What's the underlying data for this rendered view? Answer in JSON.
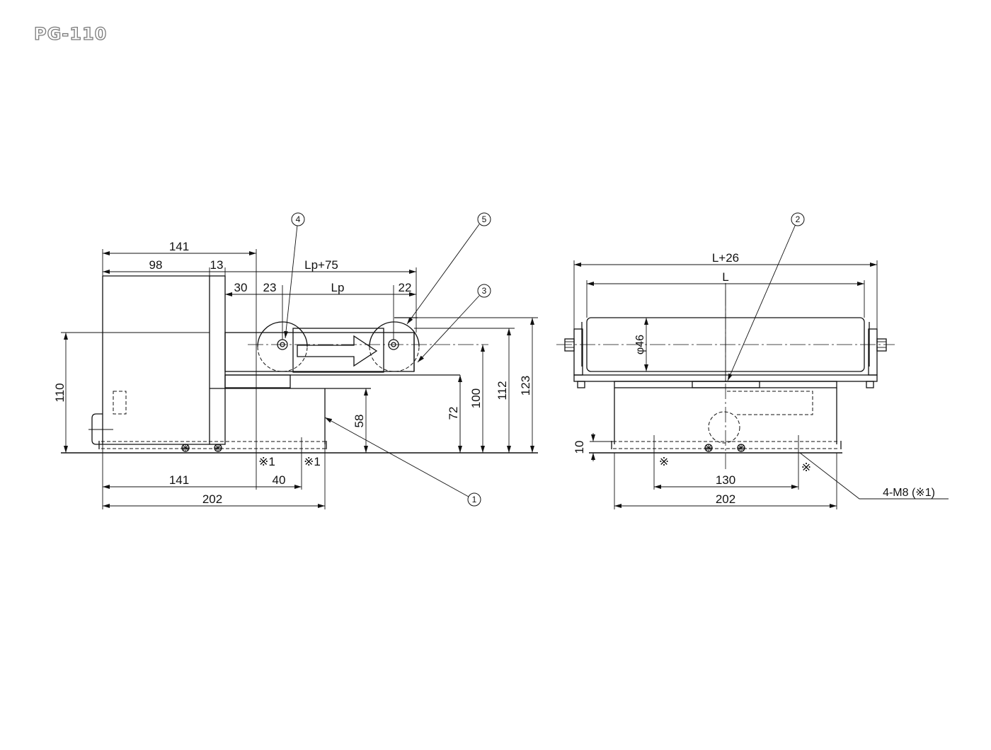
{
  "title": "PG-110",
  "side_view": {
    "dims": {
      "d141_top": "141",
      "d98": "98",
      "d13": "13",
      "lp75": "Lp+75",
      "d30": "30",
      "d23": "23",
      "lp": "Lp",
      "d22": "22",
      "d110": "110",
      "d58": "58",
      "d72": "72",
      "d100": "100",
      "d112": "112",
      "d123": "123",
      "d141_bot": "141",
      "d40": "40",
      "d202": "202"
    },
    "marks": {
      "m1a": "※1",
      "m1b": "※1"
    },
    "balloons": {
      "b1": "1",
      "b3": "3",
      "b4": "4",
      "b5": "5"
    }
  },
  "front_view": {
    "dims": {
      "l26": "L+26",
      "l": "L",
      "phi46": "φ46",
      "d10": "10",
      "d130": "130",
      "d202": "202"
    },
    "marks": {
      "ma": "※",
      "mb": "※"
    },
    "callout": "4-M8 (※1)",
    "balloons": {
      "b2": "2"
    }
  }
}
